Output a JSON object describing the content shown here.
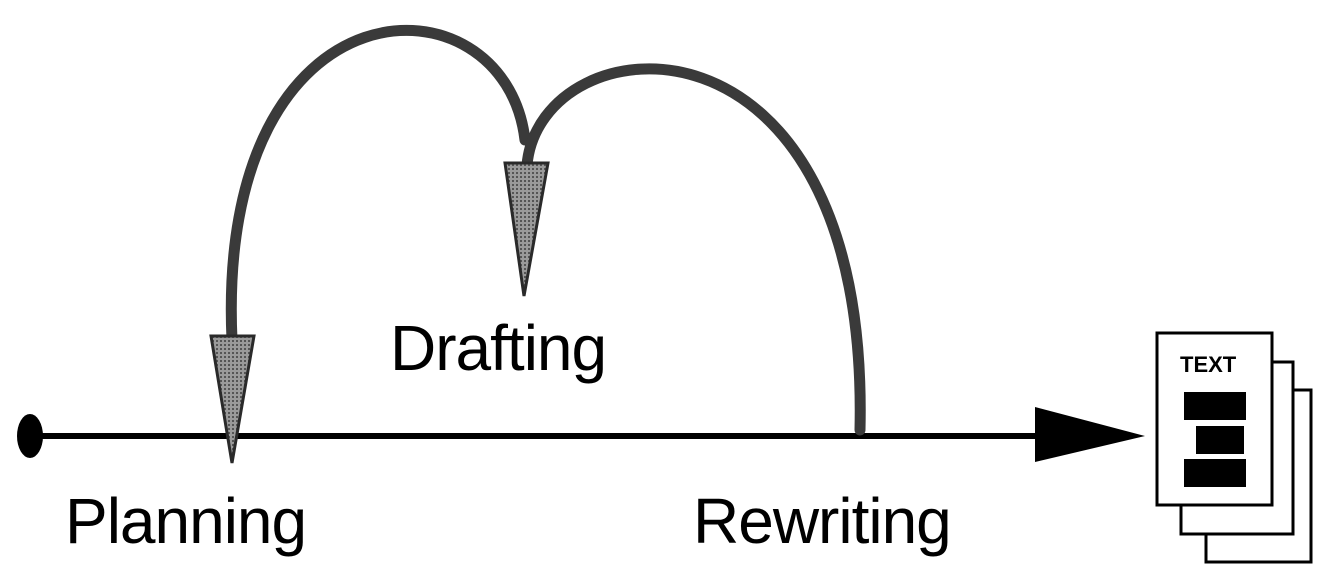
{
  "stages": {
    "planning": "Planning",
    "drafting": "Drafting",
    "rewriting": "Rewriting"
  },
  "document_label": "TEXT",
  "colors": {
    "ink": "#000000",
    "arc": "#3a3a3a",
    "arrowhead_fill": "#8c8c8c",
    "background": "#ffffff"
  }
}
